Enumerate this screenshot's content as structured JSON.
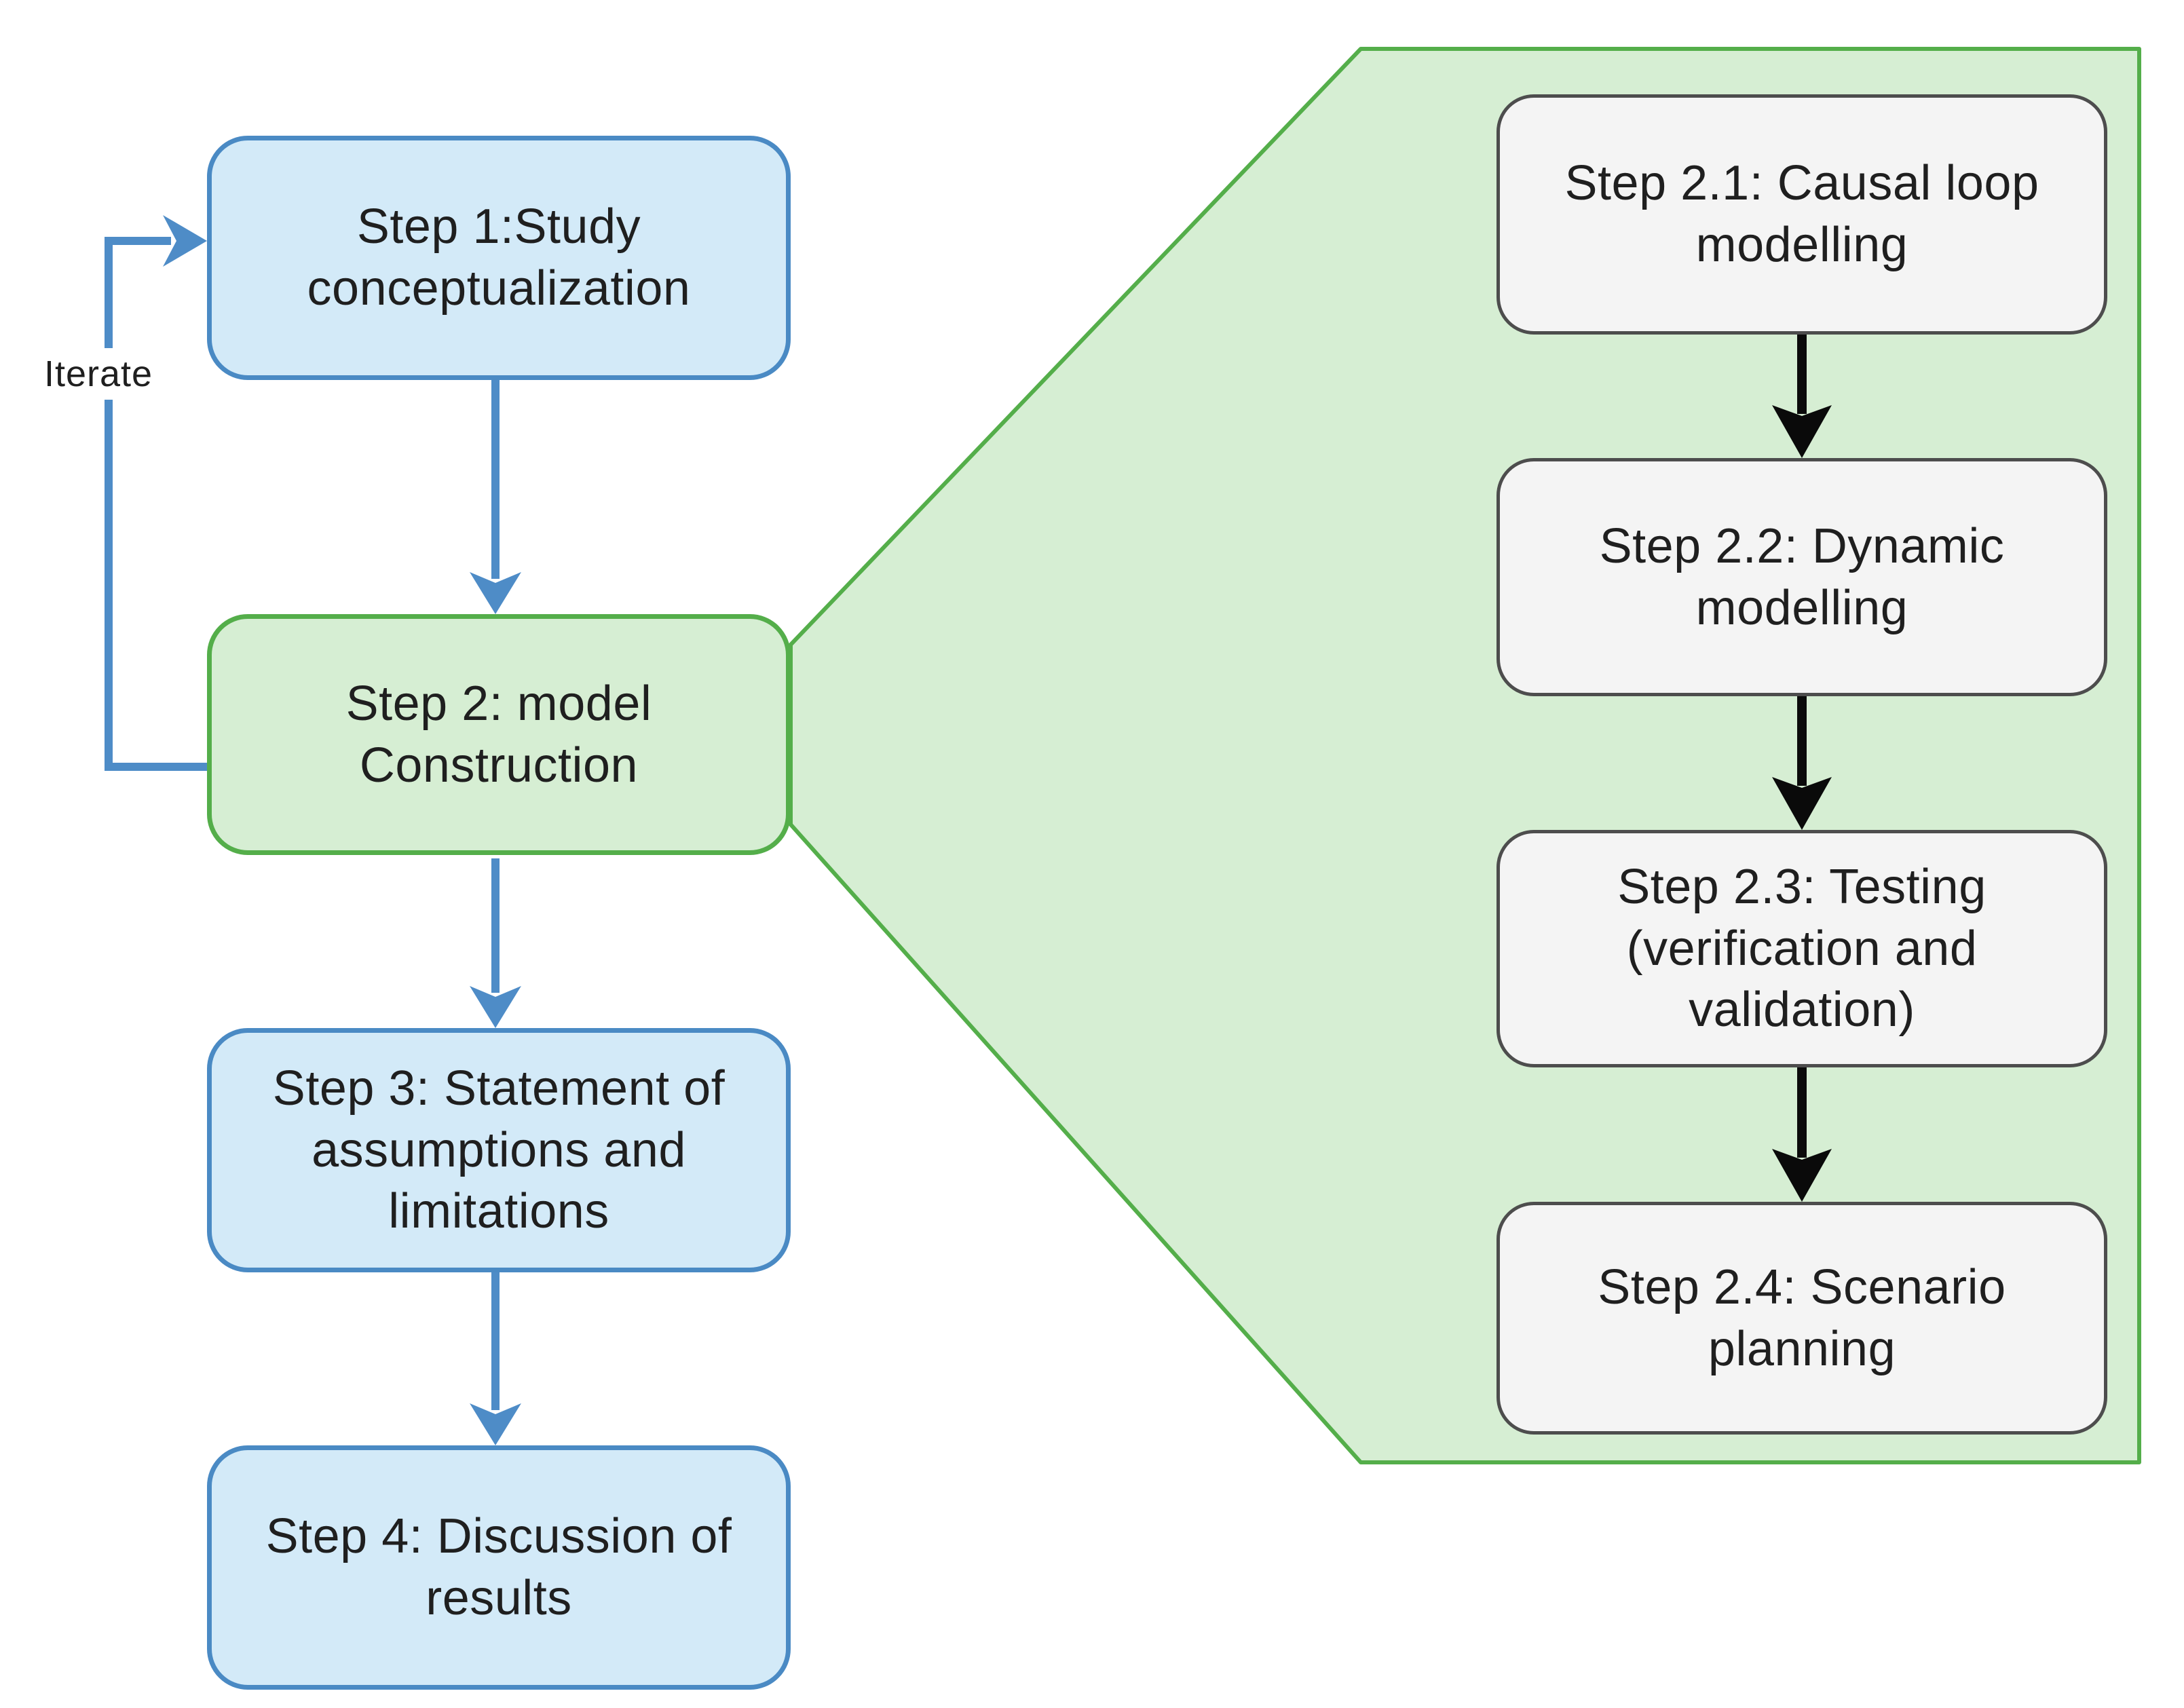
{
  "flowchart": {
    "colors": {
      "blue_fill": "#d3eaf8",
      "blue_border": "#4a8ac4",
      "green_fill": "#d6eed3",
      "green_border": "#54ae4a",
      "gray_fill": "#f4f4f4",
      "gray_border": "#4d4d4d",
      "arrow_blue": "#4e8cc7",
      "arrow_black": "#0a0a0a",
      "text_color": "#1f1f1f"
    },
    "iterate_label": "Iterate",
    "main_steps": [
      {
        "id": "step-1",
        "label": "Step 1:Study\nconceptualization"
      },
      {
        "id": "step-2",
        "label": "Step 2: model\nConstruction"
      },
      {
        "id": "step-3",
        "label": "Step 3: Statement of\nassumptions and\nlimitations"
      },
      {
        "id": "step-4",
        "label": "Step 4: Discussion of\nresults"
      }
    ],
    "substeps": [
      {
        "id": "step-2-1",
        "label": "Step 2.1: Causal loop\nmodelling"
      },
      {
        "id": "step-2-2",
        "label": "Step 2.2: Dynamic\nmodelling"
      },
      {
        "id": "step-2-3",
        "label": "Step 2.3: Testing\n(verification and\nvalidation)"
      },
      {
        "id": "step-2-4",
        "label": "Step 2.4: Scenario\nplanning"
      }
    ]
  }
}
